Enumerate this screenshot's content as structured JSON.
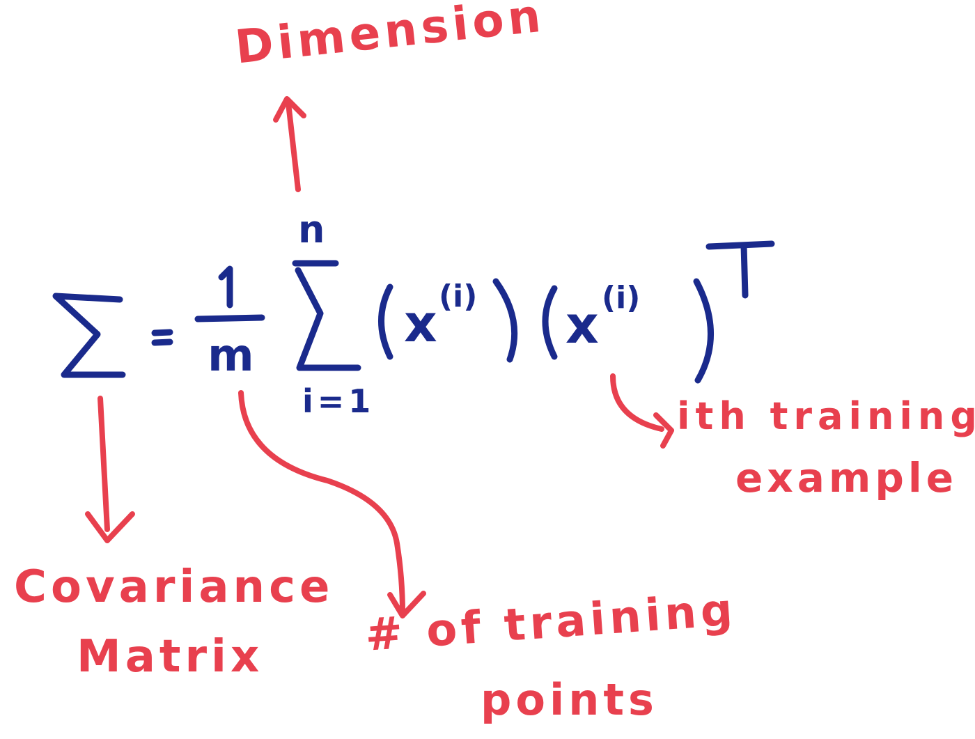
{
  "colors": {
    "formula_ink": "#1a2a8c",
    "annotation_ink": "#e8404e",
    "background": "#ffffff"
  },
  "formula": {
    "sigma_lhs": "Σ",
    "equals": "=",
    "frac_num": "1",
    "frac_den": "m",
    "sum_upper": "n",
    "sum_lower": "i=1",
    "term1_open": "(x",
    "term1_sup": "(i)",
    "term1_close": ")",
    "term2_open": "(x",
    "term2_sup": "(i)",
    "term2_close": ")",
    "transpose": "T"
  },
  "annotations": {
    "dimension": "Dimension",
    "covariance_line1": "Covariance",
    "covariance_line2": "Matrix",
    "training_points_line1": "# of training",
    "training_points_line2": "points",
    "example_line1": "ith training",
    "example_line2": "example"
  }
}
